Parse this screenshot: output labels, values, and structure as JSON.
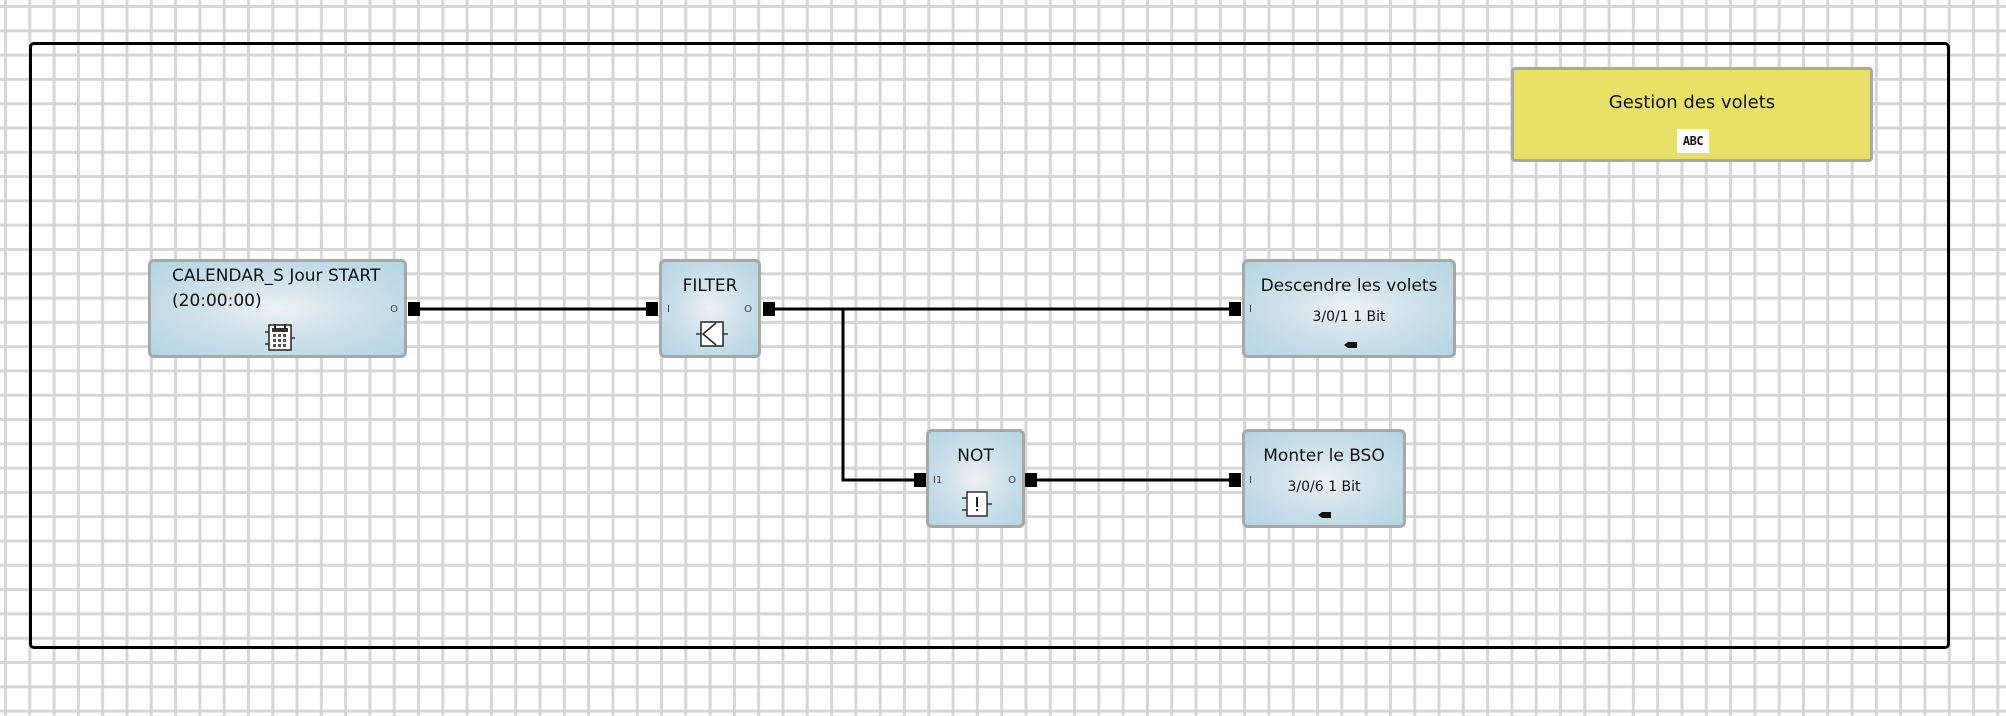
{
  "diagram": {
    "comment": {
      "title": "Gestion des volets",
      "icon": "text-abc-icon",
      "icon_text": "ABC",
      "color": "#e8e166"
    },
    "nodes": [
      {
        "id": "calendar",
        "title_line1": "CALENDAR_S Jour START",
        "title_line2": "(20:00:00)",
        "icon": "calendar-icon",
        "ports": {
          "outputs": [
            "O"
          ]
        }
      },
      {
        "id": "filter",
        "title": "FILTER",
        "icon": "filter-icon",
        "ports": {
          "inputs": [
            "I"
          ],
          "outputs": [
            "O"
          ]
        }
      },
      {
        "id": "not",
        "title": "NOT",
        "icon": "not-gate-icon",
        "ports": {
          "inputs": [
            "I1"
          ],
          "outputs": [
            "O"
          ]
        }
      },
      {
        "id": "descendre",
        "title": "Descendre les volets",
        "address": "3/0/1 1 Bit",
        "icon": "group-address-icon",
        "ports": {
          "inputs": [
            "I"
          ]
        }
      },
      {
        "id": "monter",
        "title": "Monter le BSO",
        "address": "3/0/6 1 Bit",
        "icon": "group-address-icon",
        "ports": {
          "inputs": [
            "I"
          ]
        }
      }
    ],
    "connections": [
      {
        "from": "calendar.O",
        "to": "filter.I"
      },
      {
        "from": "filter.O",
        "to": "descendre.I"
      },
      {
        "from": "filter.O",
        "to": "not.I1"
      },
      {
        "from": "not.O",
        "to": "monter.I"
      }
    ],
    "colors": {
      "node_fill": "#b3d6e3",
      "node_border": "#a8a8a8",
      "wire": "#000000",
      "grid": "#d6d6d6"
    }
  }
}
